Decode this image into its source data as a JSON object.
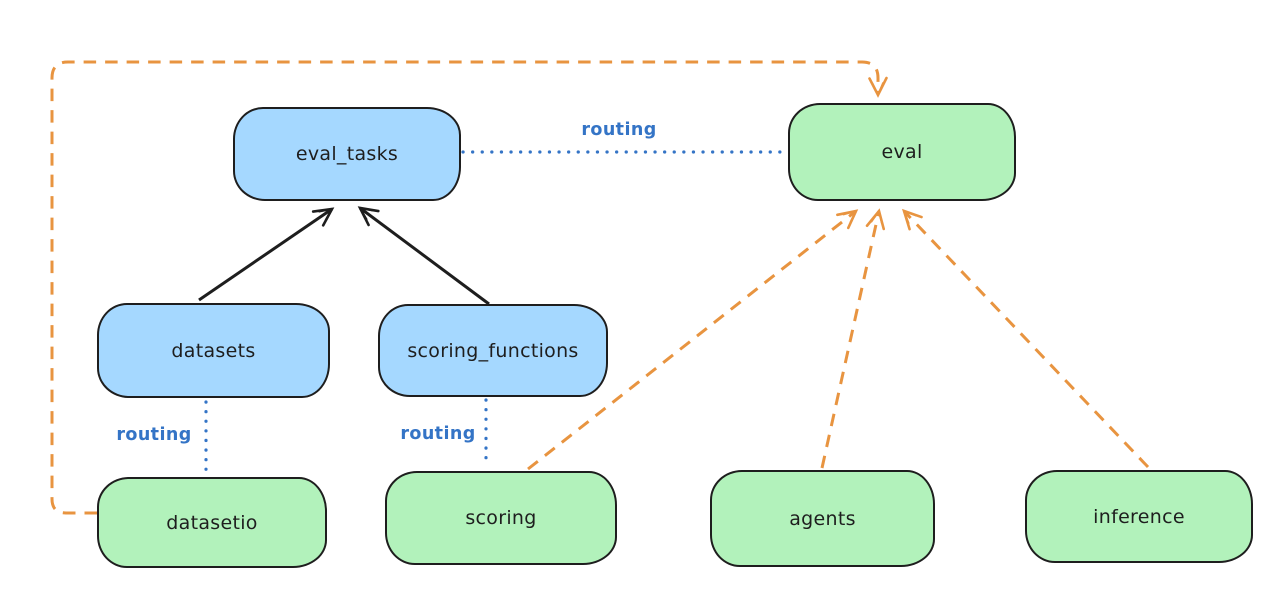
{
  "nodes": {
    "eval_tasks": {
      "label": "eval_tasks",
      "fill": "blue"
    },
    "eval": {
      "label": "eval",
      "fill": "green"
    },
    "datasets": {
      "label": "datasets",
      "fill": "blue"
    },
    "scoring_functions": {
      "label": "scoring_functions",
      "fill": "blue"
    },
    "datasetio": {
      "label": "datasetio",
      "fill": "green"
    },
    "scoring": {
      "label": "scoring",
      "fill": "green"
    },
    "agents": {
      "label": "agents",
      "fill": "green"
    },
    "inference": {
      "label": "inference",
      "fill": "green"
    }
  },
  "edges": {
    "eval_tasks_to_eval": {
      "label": "routing",
      "style": "blue-dotted"
    },
    "datasets_to_datasetio": {
      "label": "routing",
      "style": "blue-dotted"
    },
    "scoring_functions_to_scoring": {
      "label": "routing",
      "style": "blue-dotted"
    },
    "datasets_to_eval_tasks": {
      "style": "black-solid-arrow"
    },
    "scoring_functions_to_eval_tasks": {
      "style": "black-solid-arrow"
    },
    "datasetio_to_eval": {
      "style": "orange-dashed-arrow"
    },
    "scoring_to_eval": {
      "style": "orange-dashed-arrow"
    },
    "agents_to_eval": {
      "style": "orange-dashed-arrow"
    },
    "inference_to_eval": {
      "style": "orange-dashed-arrow"
    }
  },
  "colors": {
    "node_blue_fill": "#a5d8ff",
    "node_green_fill": "#b2f2bb",
    "stroke": "#1e1e1e",
    "orange_edge": "#e89440",
    "blue_edge": "#3474c6",
    "background": "#ffffff"
  }
}
